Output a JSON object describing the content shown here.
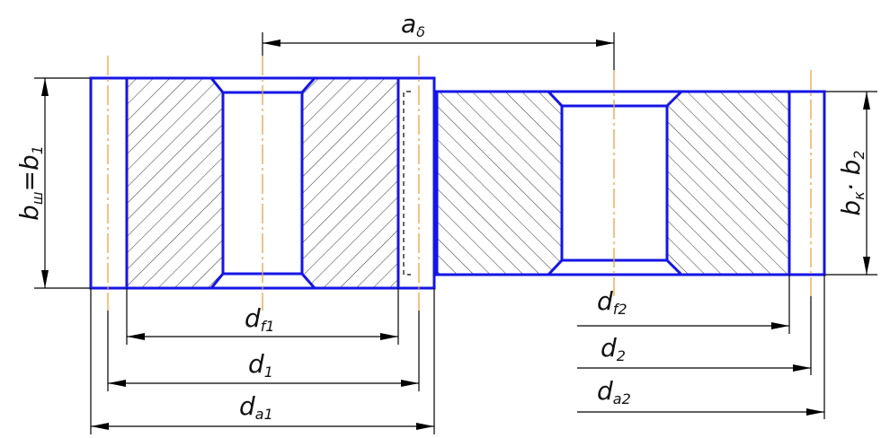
{
  "labels": {
    "center_distance": {
      "main": "a",
      "sub": "δ"
    },
    "width_left": {
      "main": "b",
      "sub1": "ш",
      "mid": "=b",
      "sub2": "1"
    },
    "width_right": {
      "main": "b",
      "sub1": "к",
      "mid": "· b",
      "sub2": "2"
    },
    "df1": {
      "main": "d",
      "sub": "f1"
    },
    "d1": {
      "main": "d",
      "sub": "1"
    },
    "da1": {
      "main": "d",
      "sub": "a1"
    },
    "df2": {
      "main": "d",
      "sub": "f2"
    },
    "d2": {
      "main": "d",
      "sub": "2"
    },
    "da2": {
      "main": "d",
      "sub": "a2"
    }
  },
  "colors": {
    "outline": "#1515e6",
    "centerline": "#f0a040",
    "hatch": "#333333",
    "dimension": "#000000"
  }
}
